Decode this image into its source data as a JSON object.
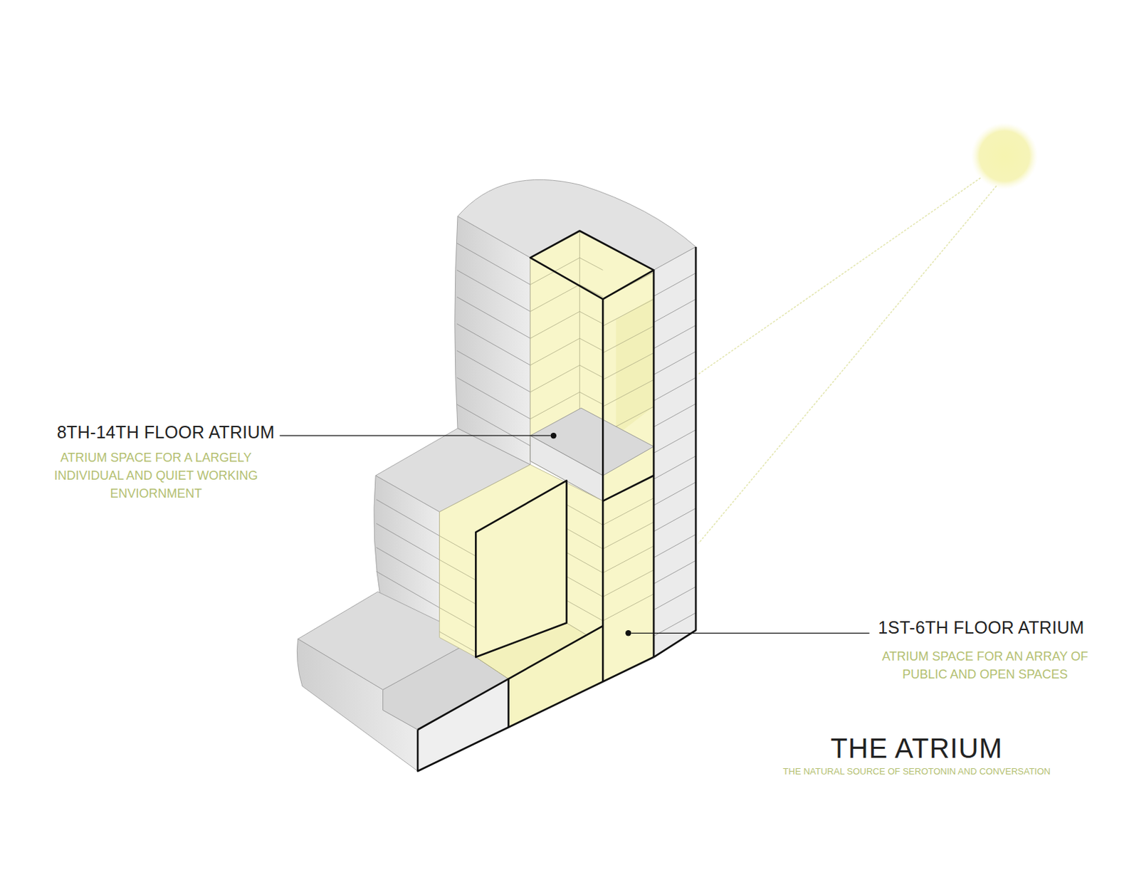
{
  "diagram": {
    "title": "THE ATRIUM",
    "caption": "THE NATURAL SOURCE OF SEROTONIN AND CONVERSATION",
    "labels": [
      "8TH-14TH FLOOR ATRIUM",
      "ATRIUM SPACE FOR A LARGELY INDIVIDUAL AND QUIET WORKING ENVIORNMENT",
      "1ST-6TH FLOOR ATRIUM",
      "ATRIUM SPACE FOR AN ARRAY OF PUBLIC AND OPEN SPACES"
    ]
  }
}
